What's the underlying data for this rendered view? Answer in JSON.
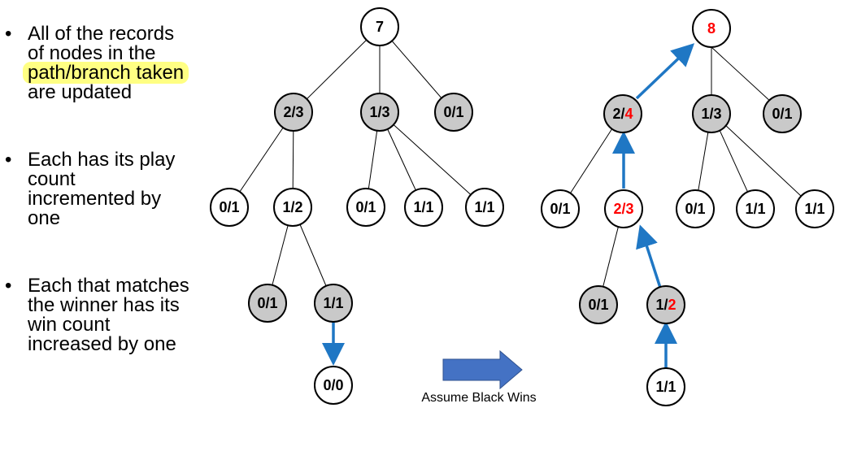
{
  "bullets": [
    {
      "lines": [
        "All of the records",
        "of nodes in the",
        "path/branch taken",
        "are updated"
      ],
      "highlight_line": 2
    },
    {
      "lines": [
        "Each has its play",
        "count",
        "incremented by",
        "one"
      ]
    },
    {
      "lines": [
        "Each that matches",
        "the winner has its",
        "win count",
        "increased by one"
      ]
    }
  ],
  "caption": "Assume Black Wins",
  "colors": {
    "gray_fill": "#c9c9c9",
    "blue": "#1f77c4",
    "red": "#ff0000",
    "highlight": "#ffff5a",
    "arrow_fill": "#4472c4"
  },
  "before": {
    "root": "7",
    "l1": [
      "2/3",
      "1/3",
      "0/1"
    ],
    "l2": [
      "0/1",
      "1/2",
      "0/1",
      "1/1",
      "1/1"
    ],
    "l3": [
      "0/1",
      "1/1"
    ],
    "l4": [
      "0/0"
    ]
  },
  "after": {
    "root": "8",
    "l1a": {
      "pre": "2/",
      "red": "4"
    },
    "l1": [
      "1/3",
      "0/1"
    ],
    "l2a": "0/1",
    "l2b": "2/3",
    "l2": [
      "0/1",
      "1/1",
      "1/1"
    ],
    "l3a": "0/1",
    "l3b": {
      "pre": "1/",
      "red": "2"
    },
    "l4": "1/1"
  }
}
